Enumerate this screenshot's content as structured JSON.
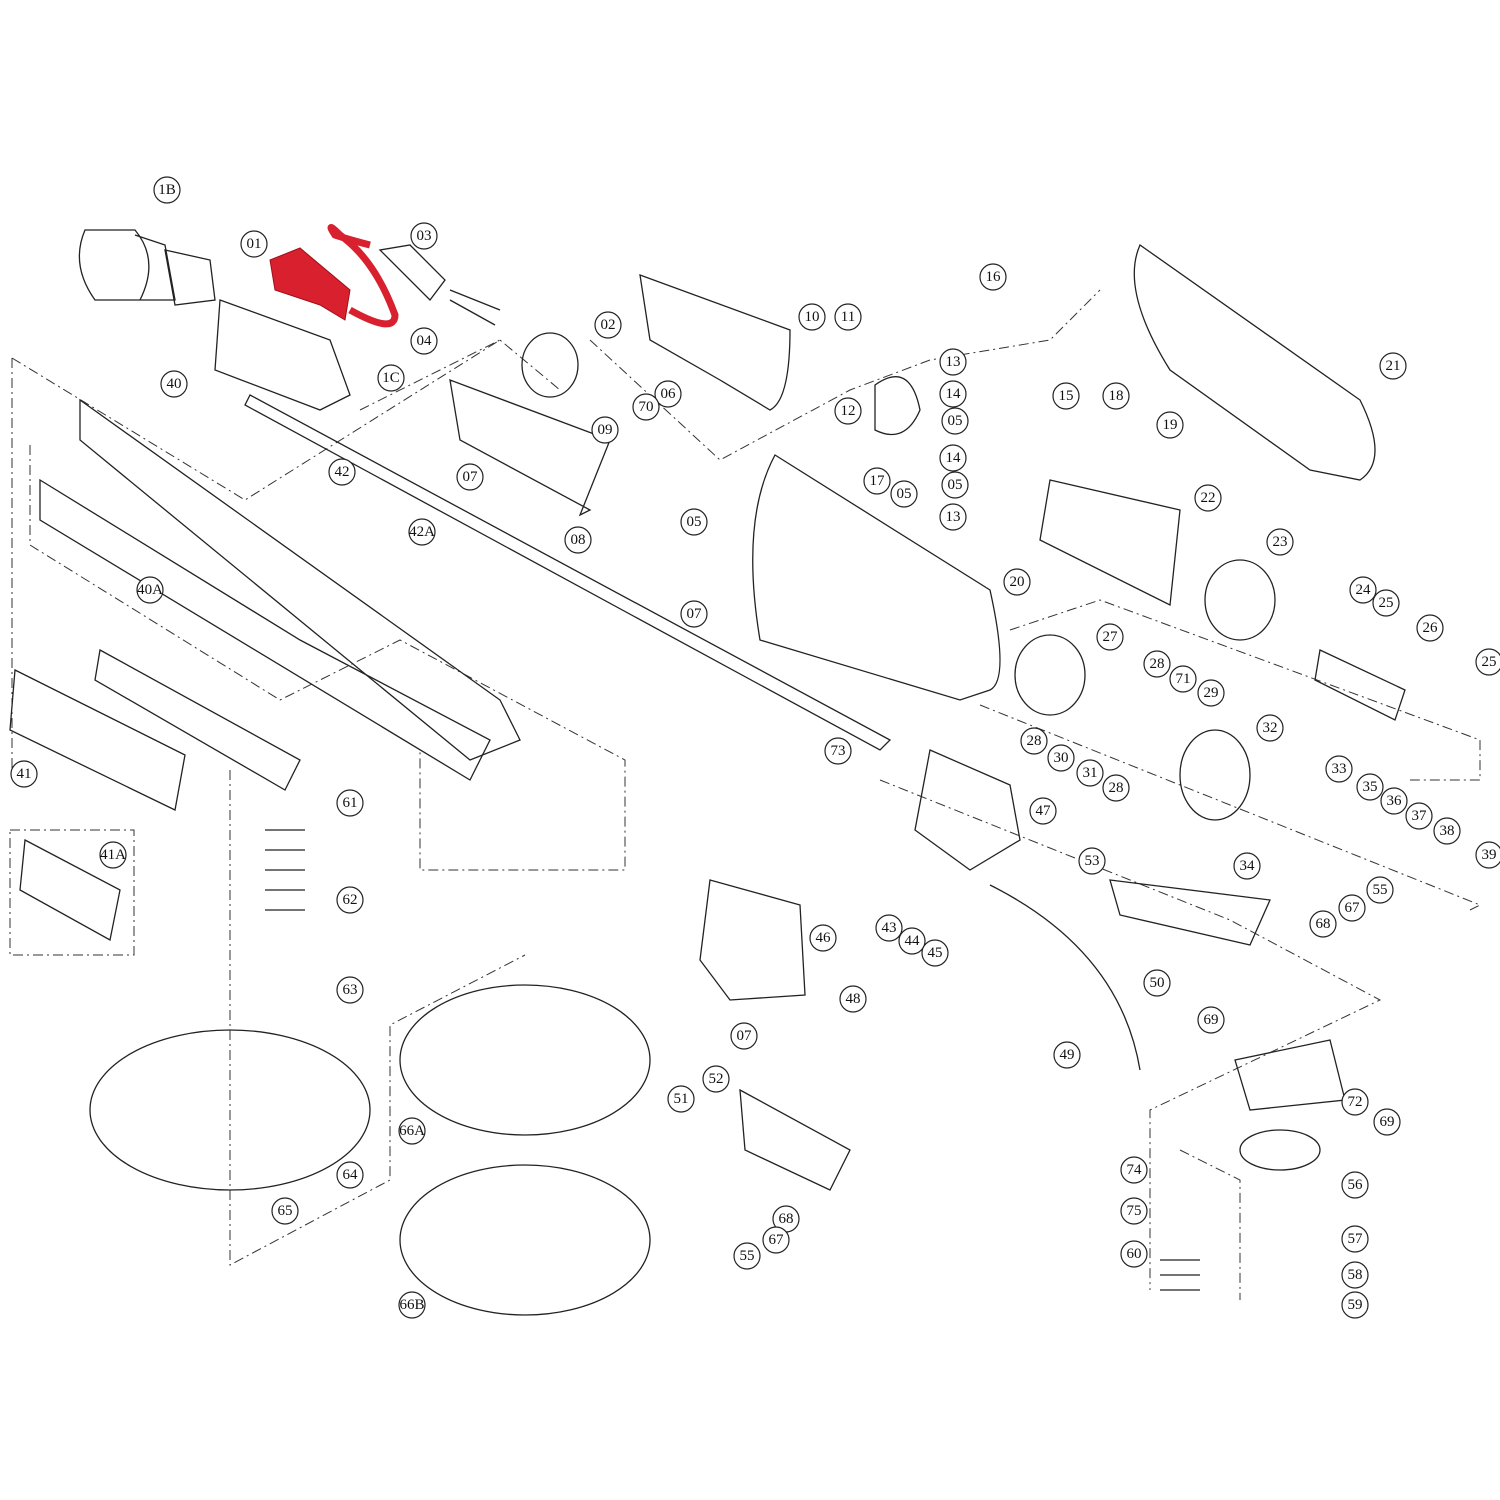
{
  "diagram": {
    "type": "exploded-parts-diagram",
    "highlight_color": "#d8202f",
    "highlighted_parts": [
      "04"
    ],
    "callouts": [
      "1B",
      "01",
      "03",
      "04",
      "1C",
      "02",
      "10",
      "11",
      "16",
      "21",
      "06",
      "70",
      "09",
      "07",
      "08",
      "40",
      "42",
      "42A",
      "40A",
      "13",
      "14",
      "05",
      "12",
      "17",
      "05",
      "14",
      "05",
      "13",
      "15",
      "18",
      "19",
      "22",
      "05",
      "07",
      "20",
      "23",
      "24",
      "25",
      "26",
      "25",
      "27",
      "28",
      "71",
      "29",
      "28",
      "30",
      "31",
      "28",
      "32",
      "73",
      "33",
      "35",
      "36",
      "37",
      "38",
      "39",
      "34",
      "53",
      "55",
      "67",
      "68",
      "47",
      "41",
      "61",
      "62",
      "41A",
      "46",
      "43",
      "44",
      "45",
      "63",
      "07",
      "48",
      "50",
      "49",
      "69",
      "72",
      "69",
      "52",
      "51",
      "66A",
      "64",
      "65",
      "74",
      "75",
      "56",
      "68",
      "67",
      "55",
      "60",
      "57",
      "58",
      "59",
      "66B"
    ]
  }
}
